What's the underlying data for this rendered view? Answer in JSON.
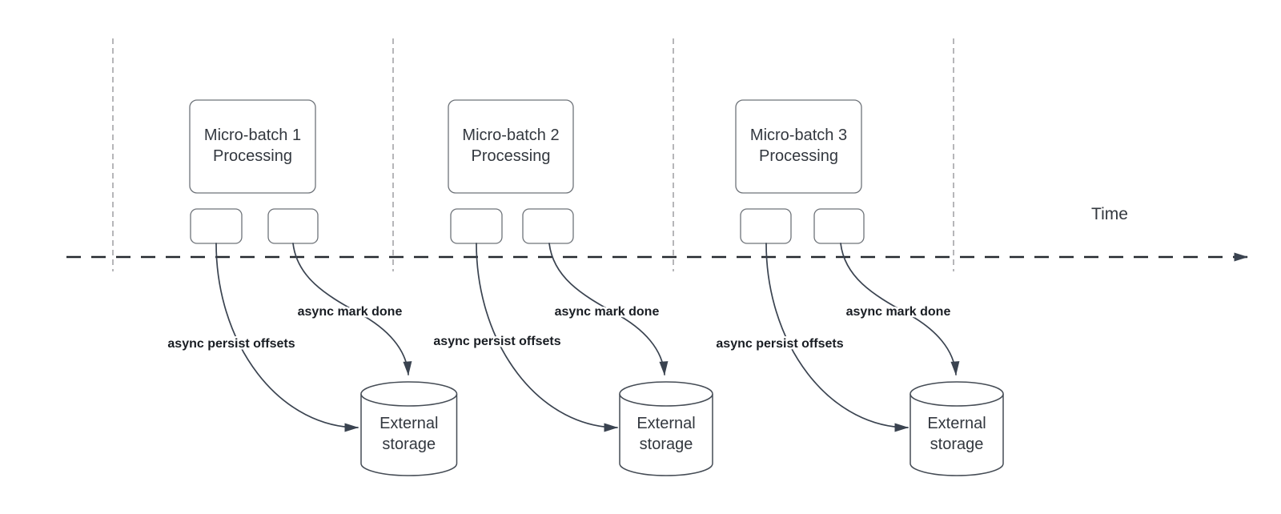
{
  "axis": {
    "time_label": "Time"
  },
  "groups": [
    {
      "title_line1": "Micro-batch 1",
      "title_line2": "Processing",
      "persist_label": "async persist offsets",
      "mark_done_label": "async mark done",
      "storage_line1": "External",
      "storage_line2": "storage"
    },
    {
      "title_line1": "Micro-batch 2",
      "title_line2": "Processing",
      "persist_label": "async persist offsets",
      "mark_done_label": "async mark done",
      "storage_line1": "External",
      "storage_line2": "storage"
    },
    {
      "title_line1": "Micro-batch 3",
      "title_line2": "Processing",
      "persist_label": "async persist offsets",
      "mark_done_label": "async mark done",
      "storage_line1": "External",
      "storage_line2": "storage"
    }
  ],
  "colors": {
    "connector": "#3a4350",
    "timeline": "#24282e",
    "guide_line": "#a9aaad",
    "node_border": "#6e7379",
    "cylinder_border": "#454c55",
    "node_text": "#33383f",
    "edge_label_text": "#191d23",
    "background": "#ffffff"
  }
}
